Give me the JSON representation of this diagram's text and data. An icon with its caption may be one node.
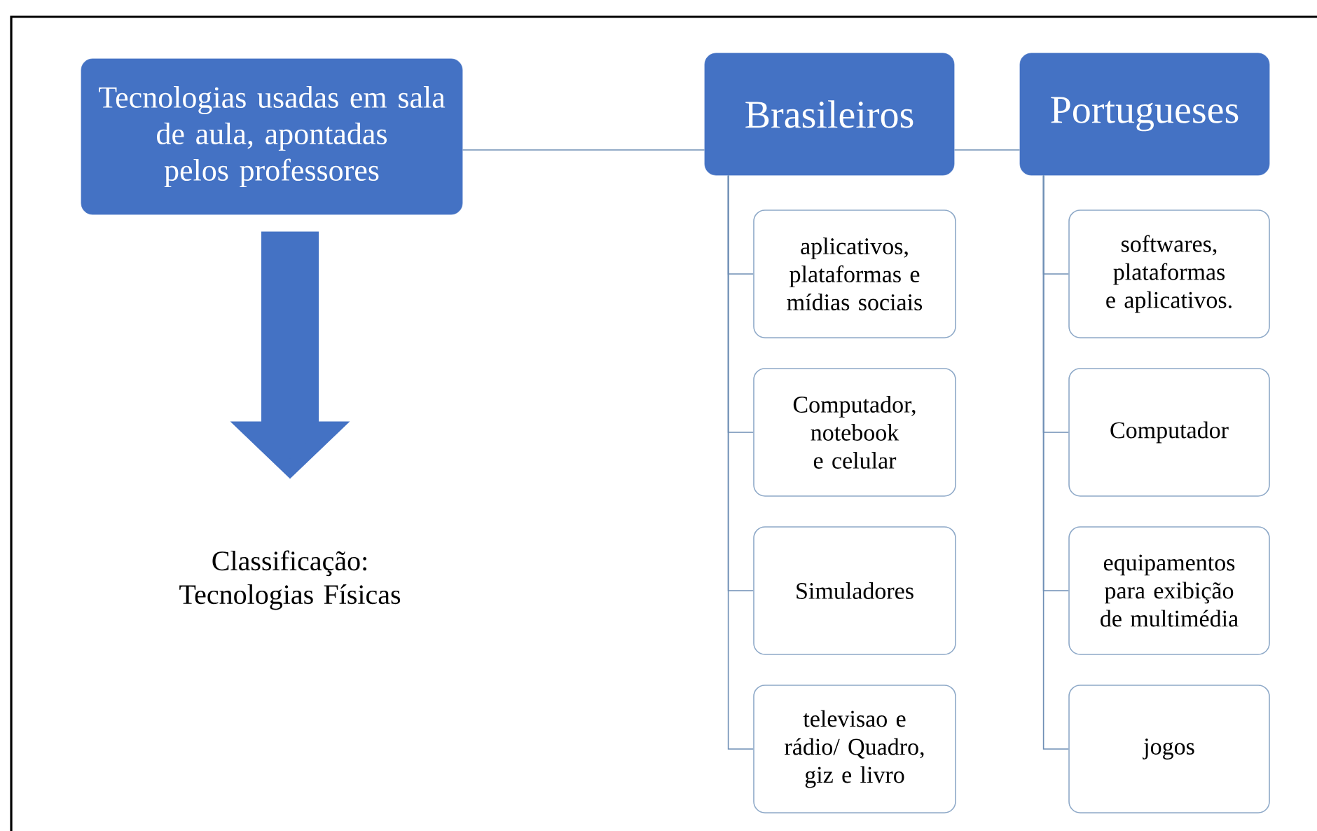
{
  "diagram": {
    "nodes": [
      {
        "text": [
          "Tecnologias usadas em sala de aula, apontadas pelos professores"
        ]
      },
      {
        "text": [
          "Brasileiros"
        ]
      },
      {
        "text": [
          "Portugueses"
        ]
      },
      {
        "text": [
          "aplicativos, plataformas e mídias sociais"
        ]
      },
      {
        "text": [
          "Computador, notebook e celular"
        ]
      },
      {
        "text": [
          "Simuladores"
        ]
      },
      {
        "text": [
          "televisao e rádio/ Quadro, giz e livro"
        ]
      },
      {
        "text": [
          "softwares, plataformas e aplicativos."
        ]
      },
      {
        "text": [
          "Computador"
        ]
      },
      {
        "text": [
          "equipamentos para exibição de multimédia"
        ]
      },
      {
        "text": [
          "jogos"
        ]
      },
      {
        "text": [
          "Classificação: Tecnologias Físicas"
        ]
      }
    ],
    "edges": [
      {
        "from": 0,
        "to": 1,
        "arrow": "none"
      },
      {
        "from": 1,
        "to": 2,
        "arrow": "none"
      },
      {
        "from": 1,
        "to": 3,
        "arrow": "none"
      },
      {
        "from": 1,
        "to": 4,
        "arrow": "none"
      },
      {
        "from": 1,
        "to": 5,
        "arrow": "none"
      },
      {
        "from": 1,
        "to": 6,
        "arrow": "none"
      },
      {
        "from": 2,
        "to": 7,
        "arrow": "none"
      },
      {
        "from": 2,
        "to": 8,
        "arrow": "none"
      },
      {
        "from": 2,
        "to": 9,
        "arrow": "none"
      },
      {
        "from": 2,
        "to": 10,
        "arrow": "none"
      },
      {
        "from": 0,
        "to": 11,
        "arrow": "to",
        "style": "thick",
        "color": "#4472c4"
      }
    ]
  }
}
